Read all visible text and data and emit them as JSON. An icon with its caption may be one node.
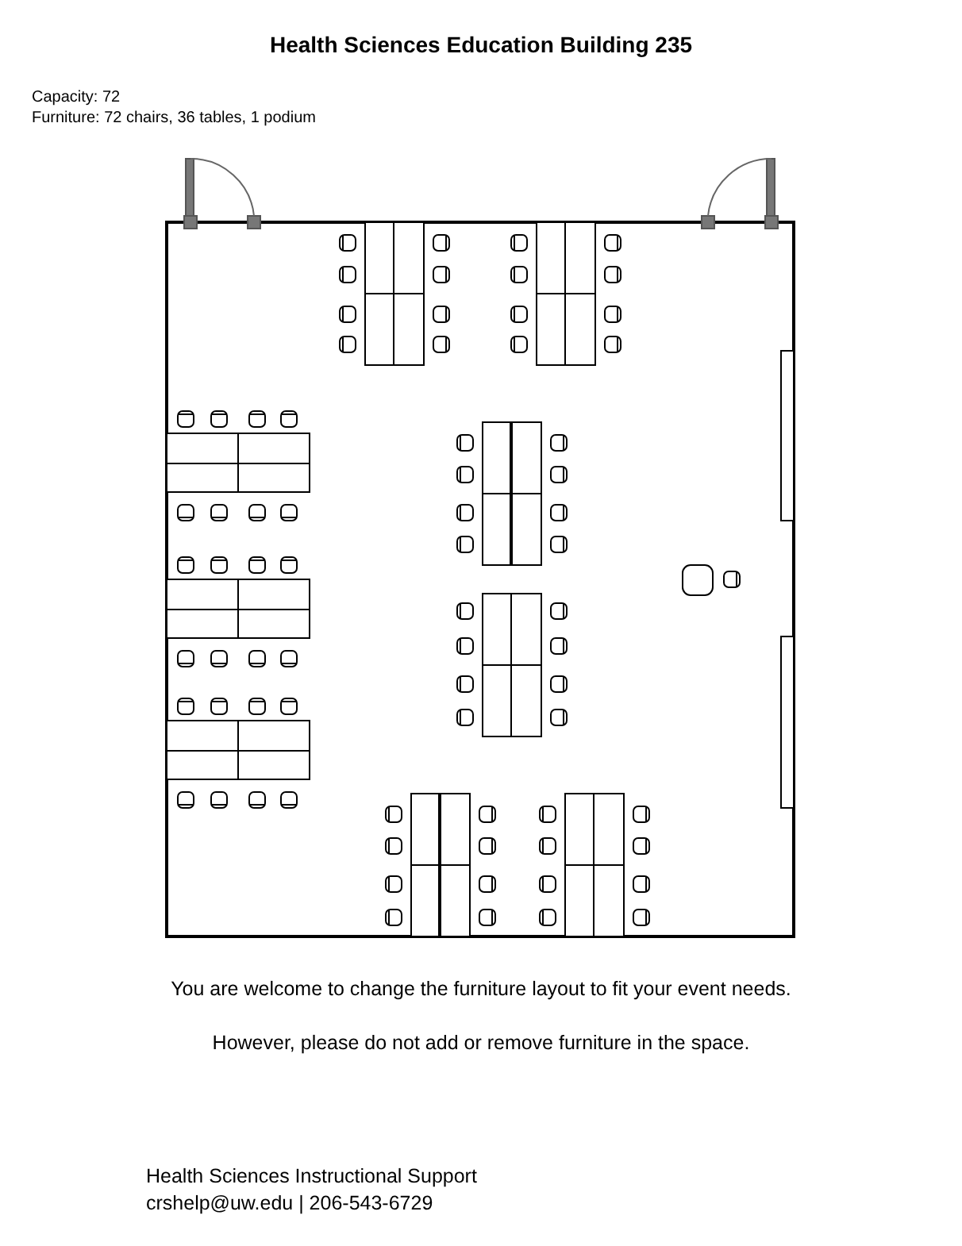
{
  "diagram": {
    "title": "Health Sciences Education Building 235",
    "labels": [
      "Capacity: 72",
      "Furniture: 72 chairs, 36 tables, 1 podium",
      "You are welcome to change the furniture layout to fit your event needs.",
      "However, please do not add or remove furniture in the space.",
      "Health Sciences Instructional Support",
      "crshelp@uw.edu | 206-543-6729"
    ]
  }
}
